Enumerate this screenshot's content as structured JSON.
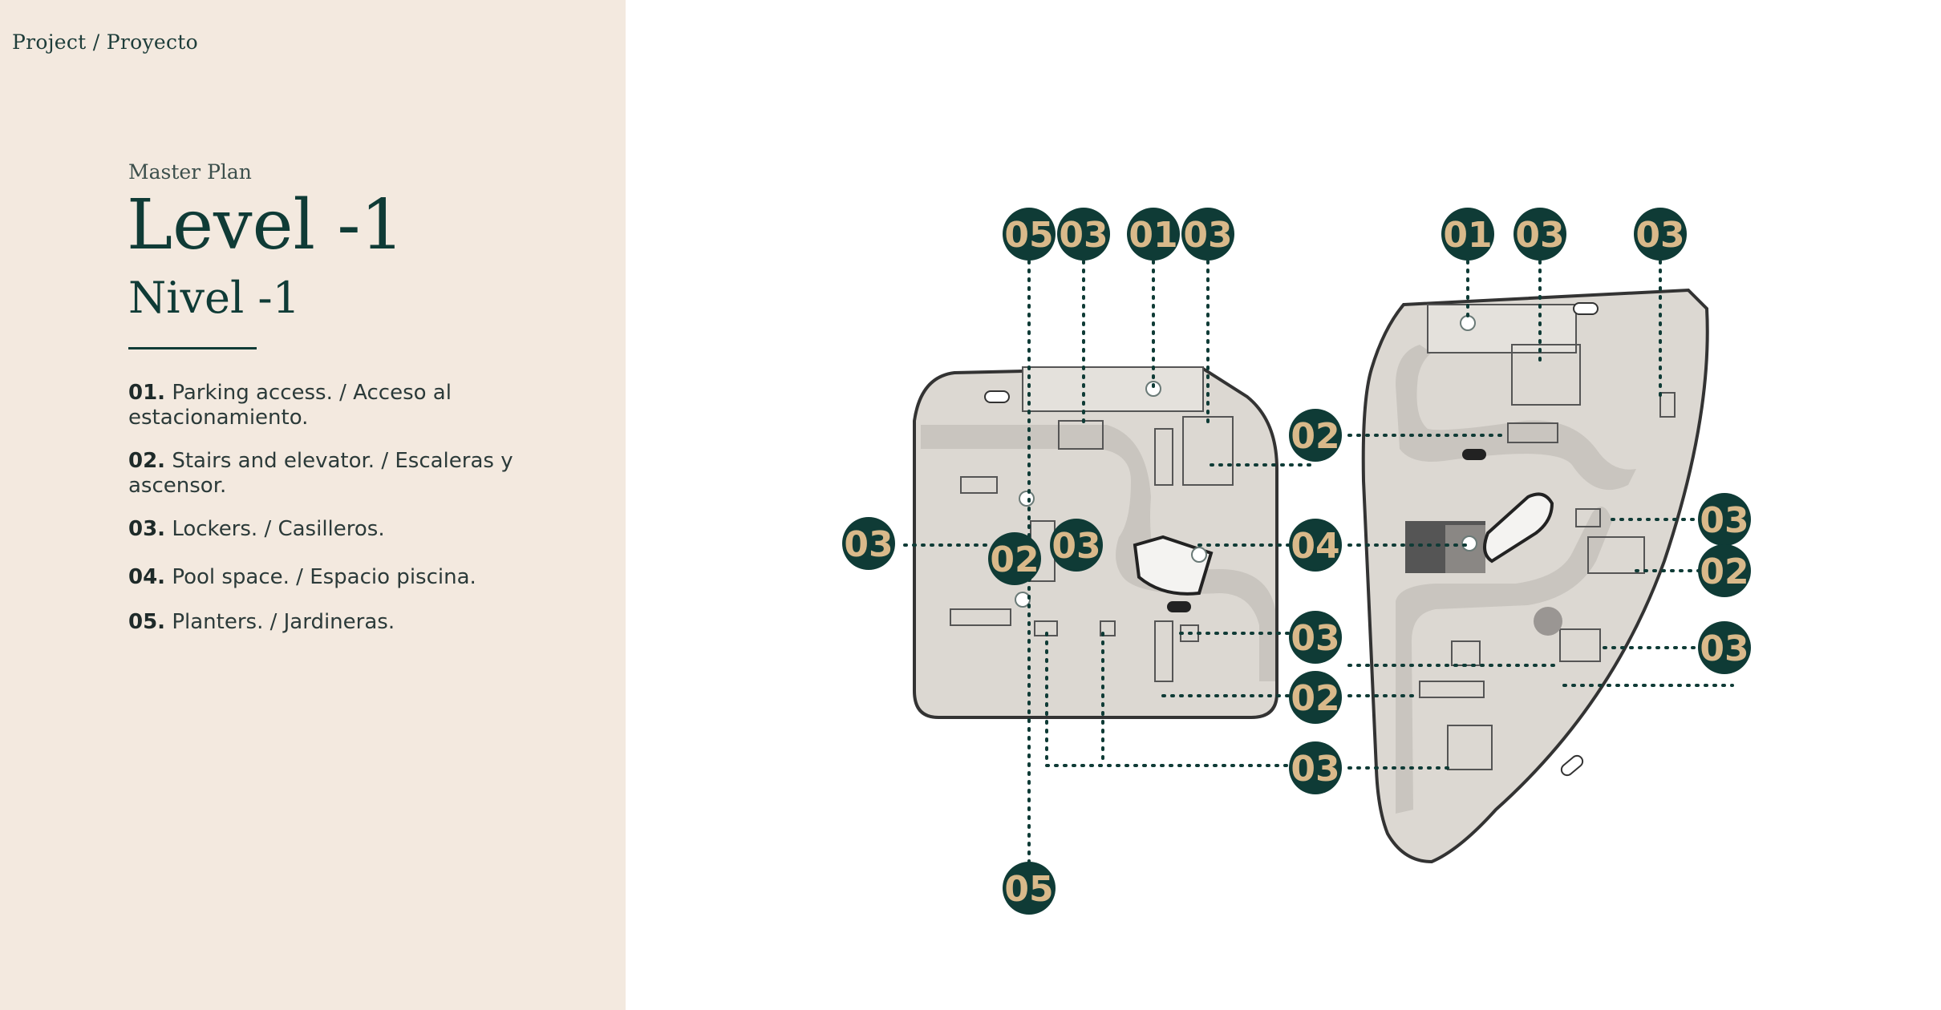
{
  "header": {
    "breadcrumb": "Project / Proyecto"
  },
  "intro": {
    "subtitle": "Master Plan",
    "title": "Level -1",
    "title_es": "Nivel -1"
  },
  "legend": [
    {
      "num": "01.",
      "text": " Parking access. / Acceso al estacionamiento."
    },
    {
      "num": "02.",
      "text": " Stairs and elevator. / Escaleras y ascensor."
    },
    {
      "num": "03.",
      "text": " Lockers. / Casilleros."
    },
    {
      "num": "04.",
      "text": " Pool space. / Espacio piscina."
    },
    {
      "num": "05.",
      "text": " Planters. / Jardineras."
    }
  ],
  "markers": {
    "m1": "05",
    "m2": "03",
    "m3": "01",
    "m4": "03",
    "m5": "01",
    "m6": "03",
    "m7": "03",
    "m8": "02",
    "m9": "03",
    "m10": "02",
    "m11": "03",
    "m12": "04",
    "m13": "03",
    "m14": "02",
    "m15": "03",
    "m16": "03",
    "m17": "02",
    "m18": "03",
    "m19": "05"
  },
  "colors": {
    "panel": "#f3e9df",
    "accent": "#0f3b36",
    "marker_text": "#d9b98a"
  }
}
